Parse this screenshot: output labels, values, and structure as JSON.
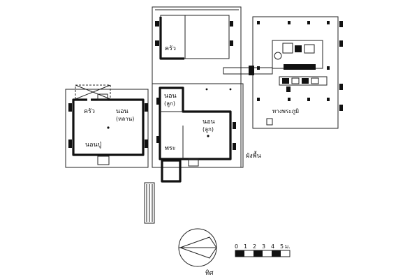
{
  "labels": {
    "kitchen_top": "ครัว",
    "kitchen_left": "ครัว",
    "bedroom_small": "นอน",
    "bedroom_small_sub": "(หลาน)",
    "bedroom_parent": "นอนปู่",
    "bedroom_child1": "นอน",
    "bedroom_child1_sub": "(ลูก)",
    "bedroom_child2": "นอน",
    "bedroom_child2_sub": "(ลูก)",
    "shrine": "พระ",
    "terrace": "ทางพระภูมิ",
    "stairs_side": "ผังพื้น"
  },
  "compass": {
    "north_label": "ทิศ"
  },
  "scale": {
    "ticks": [
      "0",
      "1",
      "2",
      "3",
      "4",
      "5"
    ],
    "unit": "ม."
  },
  "colors": {
    "ink": "#111111",
    "paper": "#ffffff"
  }
}
